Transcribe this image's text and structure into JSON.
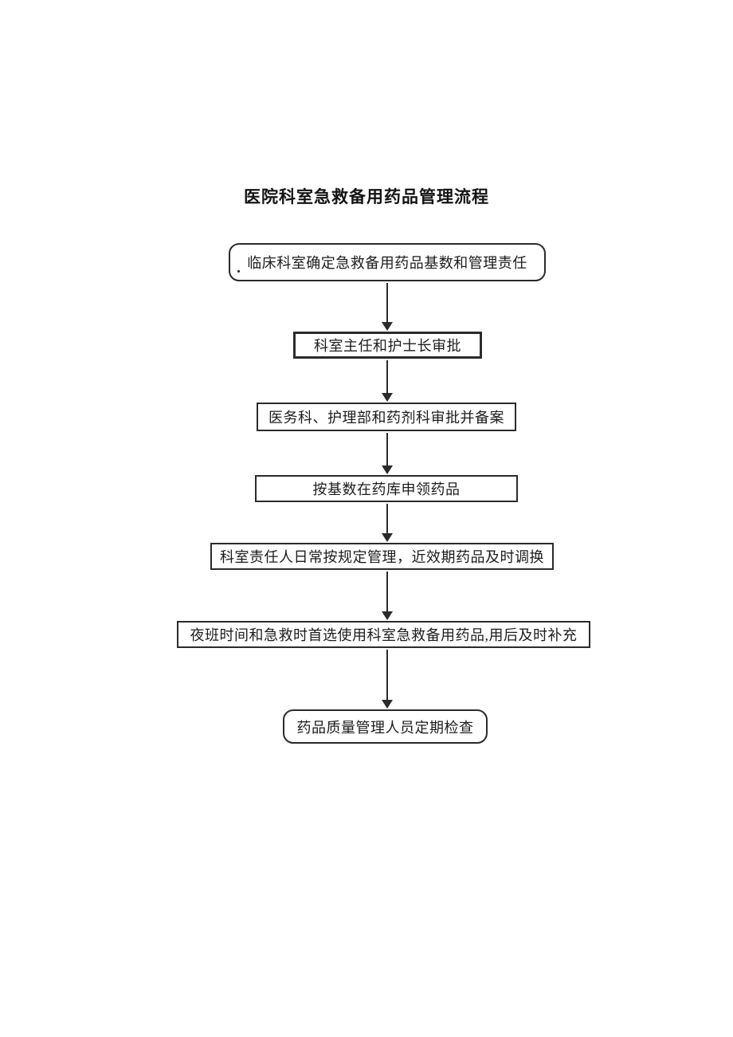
{
  "page": {
    "title": "医院科室急救备用药品管理流程"
  },
  "flow": {
    "steps": [
      {
        "label": "临床科室确定急救备用药品基数和管理责任",
        "shape": "rounded"
      },
      {
        "label": "科室主任和护士长审批",
        "shape": "rect"
      },
      {
        "label": "医务科、护理部和药剂科审批并备案",
        "shape": "rect"
      },
      {
        "label": "按基数在药库申领药品",
        "shape": "rect"
      },
      {
        "label": "科室责任人日常按规定管理，近效期药品及时调换",
        "shape": "rect"
      },
      {
        "label": "夜班时间和急救时首选使用科室急救备用药品,用后及时补充",
        "shape": "rect"
      },
      {
        "label": "药品质量管理人员定期检查",
        "shape": "rounded"
      }
    ],
    "stray_mark": "."
  },
  "colors": {
    "background": "#ffffff",
    "line": "#2b2b2b",
    "text": "#1c1c1c"
  }
}
